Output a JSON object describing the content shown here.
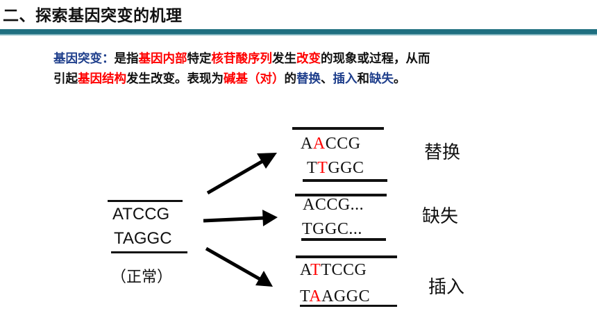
{
  "title": "二、探索基因突变的机理",
  "definition": {
    "line1": [
      {
        "text": "基因突变：",
        "color": "blue"
      },
      {
        "text": "是指",
        "color": "black"
      },
      {
        "text": "基因内部",
        "color": "red"
      },
      {
        "text": "特定",
        "color": "black"
      },
      {
        "text": "核苷酸序列",
        "color": "red"
      },
      {
        "text": "发生",
        "color": "black"
      },
      {
        "text": "改变",
        "color": "red"
      },
      {
        "text": "的现象或过程，从而",
        "color": "black"
      }
    ],
    "line2": [
      {
        "text": "引起",
        "color": "black"
      },
      {
        "text": "基因结构",
        "color": "red"
      },
      {
        "text": "发生改变。表现为",
        "color": "black"
      },
      {
        "text": "碱基（对）",
        "color": "red"
      },
      {
        "text": "的",
        "color": "black"
      },
      {
        "text": "替换",
        "color": "blue"
      },
      {
        "text": "、",
        "color": "black"
      },
      {
        "text": "插入",
        "color": "blue"
      },
      {
        "text": "和",
        "color": "black"
      },
      {
        "text": "缺失",
        "color": "blue"
      },
      {
        "text": "。",
        "color": "black"
      }
    ]
  },
  "normal": {
    "top": "ATCCG",
    "bottom": "TAGGC",
    "label": "（正常）"
  },
  "substitution": {
    "top": {
      "pre": "A",
      "hl": "A",
      "post": "CCG"
    },
    "bottom": {
      "pre": "T",
      "hl": "T",
      "post": "GGC"
    },
    "label": "替换"
  },
  "deletion": {
    "top": "ACCG...",
    "bottom": "TGGC...",
    "label": "缺失"
  },
  "insertion": {
    "top": {
      "pre": "A",
      "hl": "T",
      "post": "TCCG"
    },
    "bottom": {
      "pre": "T",
      "hl": "A",
      "post": "AGGC"
    },
    "label": "插入"
  },
  "colors": {
    "blue": "#1f3f8c",
    "red": "#ff0000",
    "black": "#111111",
    "title_bar": "#1f6f80"
  }
}
